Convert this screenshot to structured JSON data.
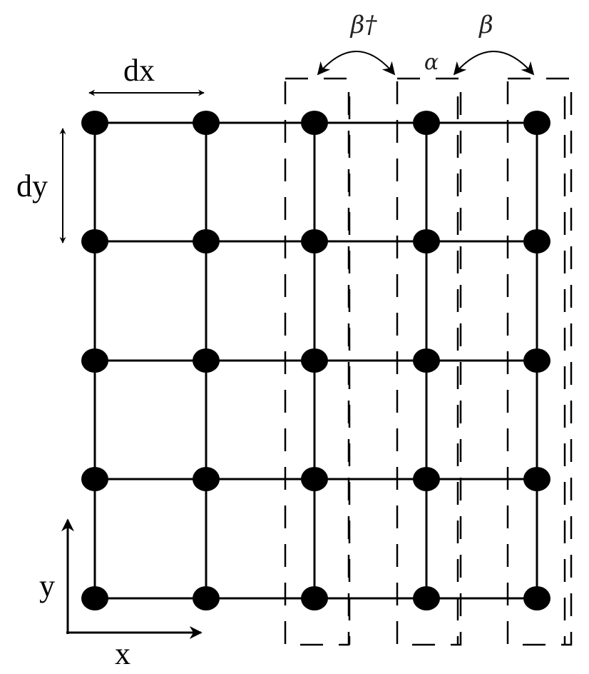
{
  "labels": {
    "dx": "dx",
    "dy": "dy",
    "axis_x": "x",
    "axis_y": "y",
    "beta_dagger": "β†",
    "beta": "β",
    "alpha": "α"
  },
  "grid": {
    "columns": 5,
    "rows": 5
  },
  "dashed_cells": {
    "count": 3,
    "columns_covered": [
      3,
      4,
      5
    ]
  },
  "colors": {
    "ink": "#000000"
  }
}
